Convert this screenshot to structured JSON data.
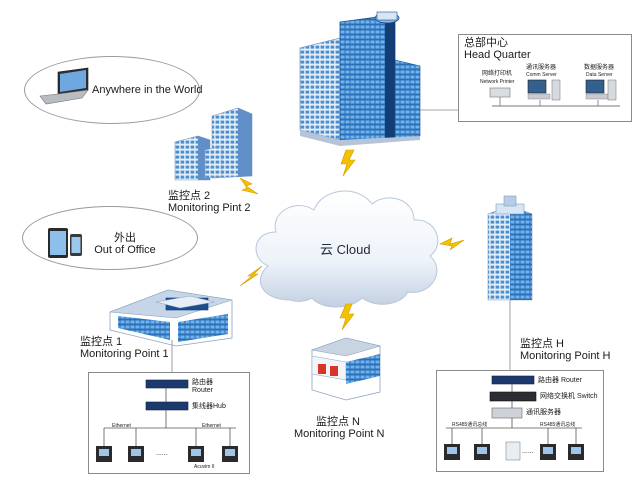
{
  "cloud": {
    "label": "云 Cloud"
  },
  "anywhere": {
    "label": "Anywhere in the World"
  },
  "out_of_office": {
    "label_cn": "外出",
    "label_en": "Out of Office"
  },
  "head_quarter": {
    "label_cn": "总部中心",
    "label_en": "Head Quarter",
    "devices": [
      {
        "cn": "网络打印机",
        "en": "Network Printer"
      },
      {
        "cn": "通讯服务器",
        "en": "Comm Server"
      },
      {
        "cn": "数据服务器",
        "en": "Data Server"
      }
    ]
  },
  "monitoring_point_2": {
    "label_cn": "监控点 2",
    "label_en": "Monitoring Pint 2"
  },
  "monitoring_point_1": {
    "label_cn": "监控点 1",
    "label_en": "Monitoring Point 1",
    "router": "路由器\nRouter",
    "hub": "集线器Hub",
    "ethernet_left": "Ethernet",
    "ethernet_right": "Ethernet",
    "dots": "......",
    "meter_note": "Acuvim II"
  },
  "monitoring_point_n": {
    "label_cn": "监控点 N",
    "label_en": "Monitoring Point N"
  },
  "monitoring_point_h": {
    "label_cn": "监控点 H",
    "label_en": "Monitoring Point H",
    "router": "路由器 Router",
    "switch": "网络交换机 Switch",
    "comm_server": "通讯服务器",
    "rs485_left": "RS485通讯总线",
    "rs485_right": "RS485通讯总线",
    "dots": "......"
  },
  "colors": {
    "cloud_fill": "#eef3f9",
    "cloud_shade": "#c9d6e6",
    "bolt": "#f2c200",
    "building_blue": "#2a78c8",
    "building_dark": "#1a4f8f",
    "device_navy": "#1d3a6e"
  }
}
